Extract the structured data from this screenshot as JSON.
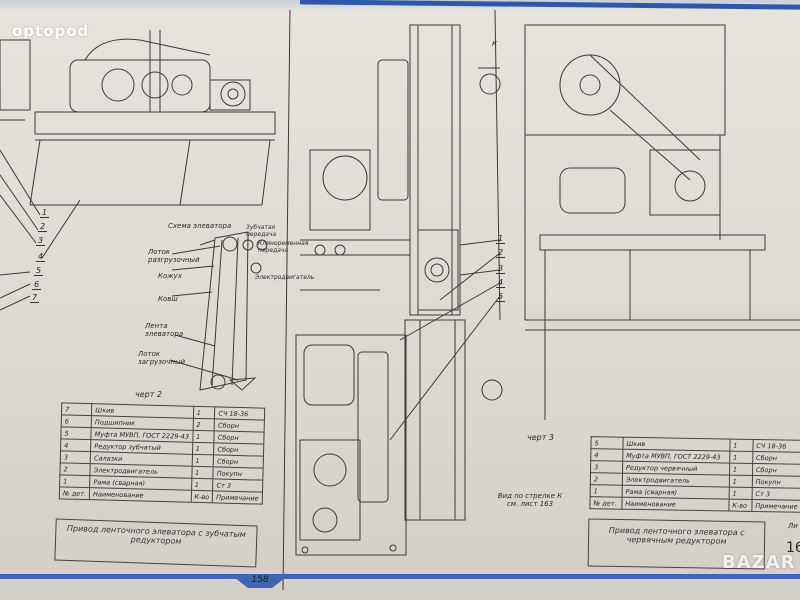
{
  "watermark": "optopod",
  "page_number": "158",
  "drawing1": {
    "scheme_title": "Схема элеватора",
    "callouts": [
      "1",
      "2",
      "3",
      "4",
      "5",
      "6",
      "7"
    ],
    "scheme_labels": {
      "gear_transmission": "Зубчатая передача",
      "v_belt": "Клиноременная передача",
      "motor": "Электродвигатель",
      "unload_chute": "Лоток разгрузочный",
      "casing": "Кожух",
      "buckets": "Ковш",
      "belt": "Лента элеватора",
      "load_chute": "Лоток загрузочный"
    },
    "view_label": "черт 2",
    "spec_table": {
      "rows": [
        {
          "pos": "7",
          "name": "Шкив",
          "qty": "1",
          "note": "СЧ 18-36"
        },
        {
          "pos": "6",
          "name": "Подшипник",
          "qty": "2",
          "note": "Сборн"
        },
        {
          "pos": "5",
          "name": "Муфта МУВП, ГОСТ 2229-43",
          "qty": "1",
          "note": "Сборн"
        },
        {
          "pos": "4",
          "name": "Редуктор зубчатый",
          "qty": "1",
          "note": "Сборн"
        },
        {
          "pos": "3",
          "name": "Салазки",
          "qty": "1",
          "note": "Сборн"
        },
        {
          "pos": "2",
          "name": "Электродвигатель",
          "qty": "1",
          "note": "Покупн"
        },
        {
          "pos": "1",
          "name": "Рама (сварная)",
          "qty": "1",
          "note": "Ст 3"
        }
      ],
      "header": {
        "pos": "№ дет.",
        "name": "Наименование",
        "qty": "К-во",
        "note": "Примечание"
      }
    },
    "title": "Привод ленточного элеватора с зубчатым редуктором"
  },
  "drawing2": {
    "callouts": [
      "1",
      "2",
      "3",
      "4",
      "5"
    ],
    "arrow_label": "К",
    "view_label": "черт 3",
    "view_note": "Вид по стрелке К см. лист 163",
    "spec_table": {
      "rows": [
        {
          "pos": "5",
          "name": "Шкив",
          "qty": "1",
          "note": "СЧ 18-36"
        },
        {
          "pos": "4",
          "name": "Муфта МУВП, ГОСТ 2229-43",
          "qty": "1",
          "note": "Сборн"
        },
        {
          "pos": "3",
          "name": "Редуктор червячный",
          "qty": "1",
          "note": "Сборн"
        },
        {
          "pos": "2",
          "name": "Электродвигатель",
          "qty": "1",
          "note": "Покупн"
        },
        {
          "pos": "1",
          "name": "Рама (сварная)",
          "qty": "1",
          "note": "Ст 3"
        }
      ],
      "header": {
        "pos": "№ дет.",
        "name": "Наименование",
        "qty": "К-во",
        "note": "Примечание"
      }
    },
    "title": "Привод ленточного элеватора с червячным редуктором",
    "sheet_label": "Ли",
    "sheet_number": "16"
  },
  "bazar_watermark": "BAZAR",
  "colors": {
    "paper": "#e2dfd8",
    "ink": "#333333",
    "border_blue": "#3d66b5"
  }
}
